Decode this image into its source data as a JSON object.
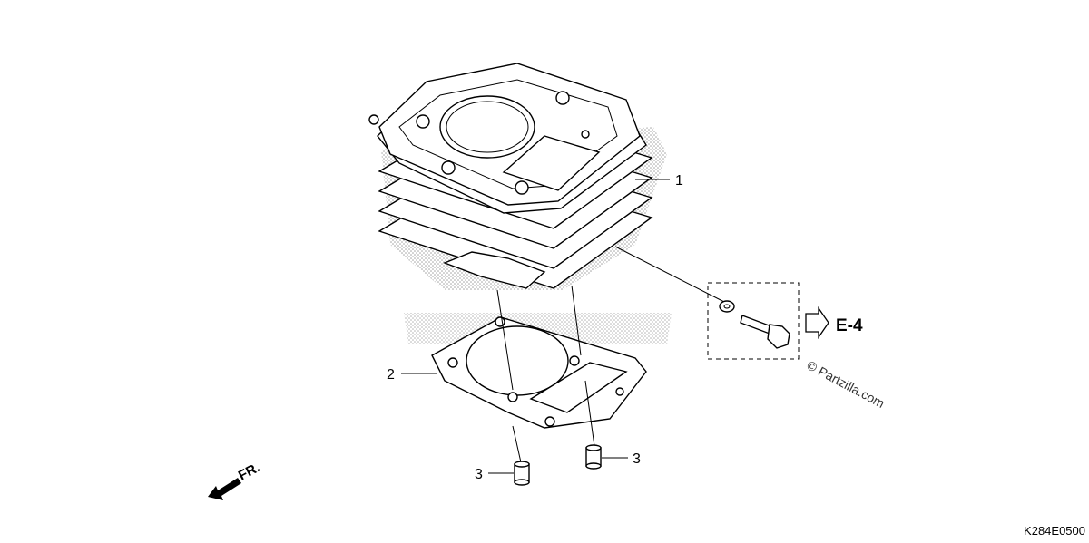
{
  "callouts": [
    {
      "id": "1",
      "label": "1"
    },
    {
      "id": "2",
      "label": "2"
    },
    {
      "id": "3a",
      "label": "3"
    },
    {
      "id": "3b",
      "label": "3"
    }
  ],
  "reference": {
    "label": "E-4"
  },
  "front_marker": {
    "label": "FR."
  },
  "watermark": {
    "label": "© Partzilla.com"
  },
  "diagram_code": "K284E0500",
  "parts": [
    {
      "number": "1",
      "name": "cylinder"
    },
    {
      "number": "2",
      "name": "cylinder-base-gasket"
    },
    {
      "number": "3",
      "name": "dowel-pin"
    }
  ]
}
